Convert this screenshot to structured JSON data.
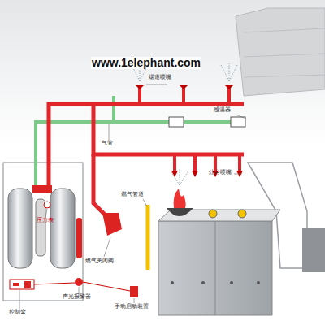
{
  "diagram": {
    "labels": [
      "www.1elephant.com",
      "烟道喷嘴",
      "感温器",
      "灶台喷嘴",
      "气管",
      "燃气管道",
      "燃气关闭阀",
      "手动启动装置",
      "声光报警器",
      "控制盒",
      "压力表"
    ]
  }
}
